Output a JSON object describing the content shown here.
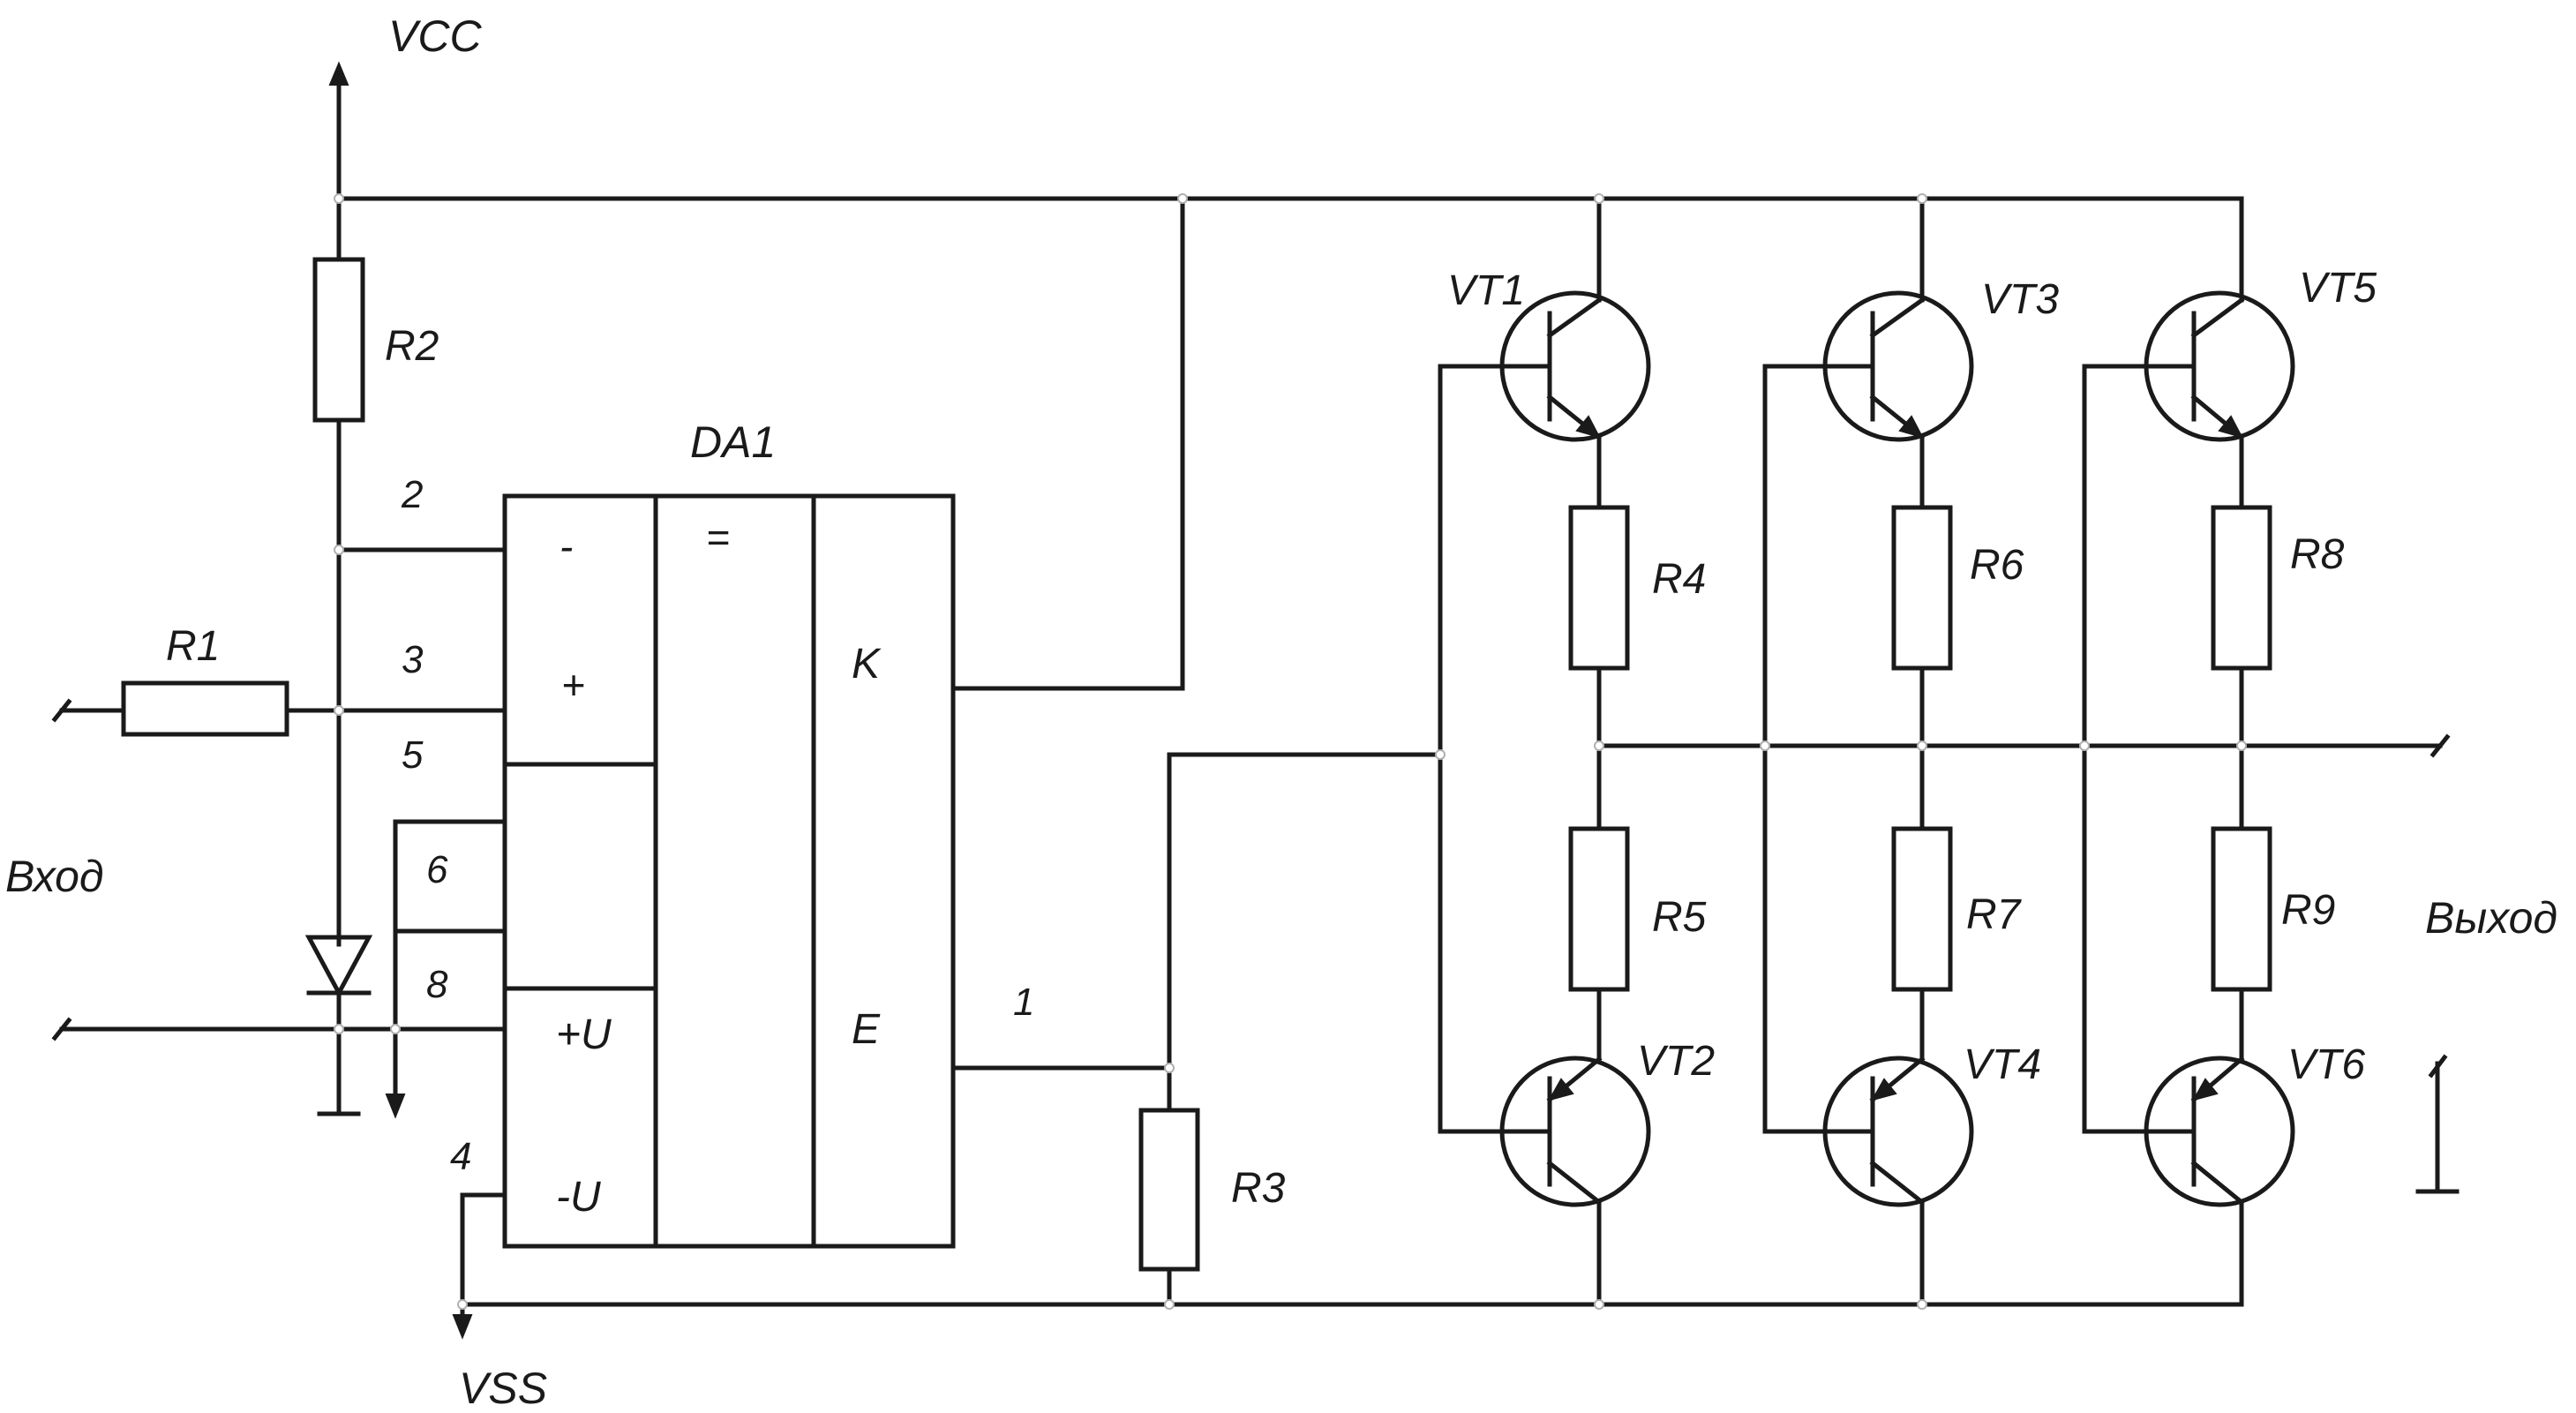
{
  "labels": {
    "vcc": "VCC",
    "vss": "VSS",
    "input": "Вход",
    "output": "Выход",
    "da1": "DA1",
    "r1": "R1",
    "r2": "R2",
    "r3": "R3",
    "r4": "R4",
    "r5": "R5",
    "r6": "R6",
    "r7": "R7",
    "r8": "R8",
    "r9": "R9",
    "vt1": "VT1",
    "vt2": "VT2",
    "vt3": "VT3",
    "vt4": "VT4",
    "vt5": "VT5",
    "vt6": "VT6"
  },
  "pins": {
    "p1": "1",
    "p2": "2",
    "p3": "3",
    "p4": "4",
    "p5": "5",
    "p6": "6",
    "p8": "8"
  },
  "chip": {
    "minus": "-",
    "plus": "+",
    "eq": "=",
    "k": "K",
    "e": "E",
    "plus_u": "+U",
    "minus_u": "-U"
  }
}
